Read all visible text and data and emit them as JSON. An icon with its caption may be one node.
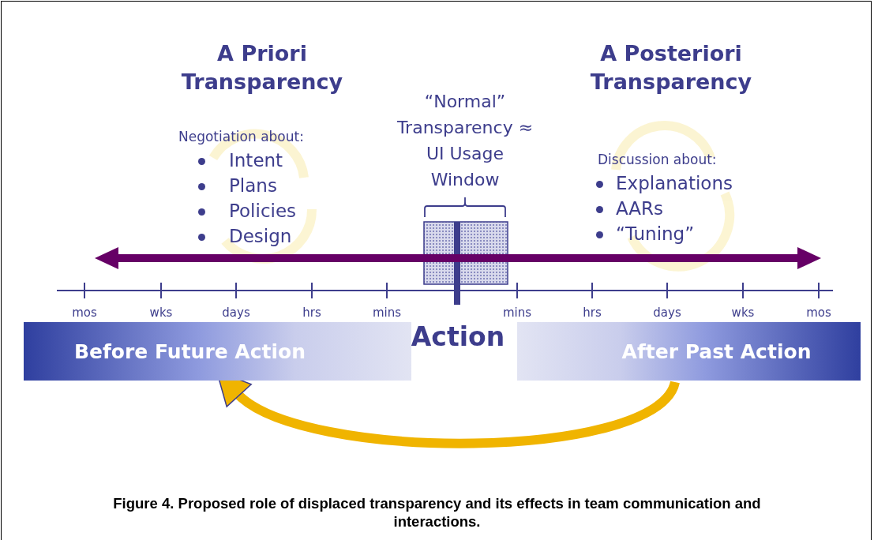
{
  "diagram": {
    "caption": "Figure 4.  Proposed role of displaced transparency and its effects in team communication and interactions.",
    "nodes": [
      {
        "text": [
          "Before Future Action"
        ]
      },
      {
        "text": [
          "After Past Action"
        ]
      }
    ],
    "edges": [
      {
        "from": 1,
        "to": 0,
        "arrow": "to",
        "color": "#f0b400"
      }
    ],
    "labels": [
      "A Priori Transparency",
      "A Posteriori Transparency",
      "“Normal” Transparency ≈ UI Usage Window",
      "Negotiation about:",
      "Intent",
      "Plans",
      "Policies",
      "Design",
      "Discussion about:",
      "Explanations",
      "AARs",
      "“Tuning”",
      "mos",
      "wks",
      "days",
      "hrs",
      "mins",
      "mins",
      "hrs",
      "days",
      "wks",
      "mos",
      "Action"
    ]
  }
}
